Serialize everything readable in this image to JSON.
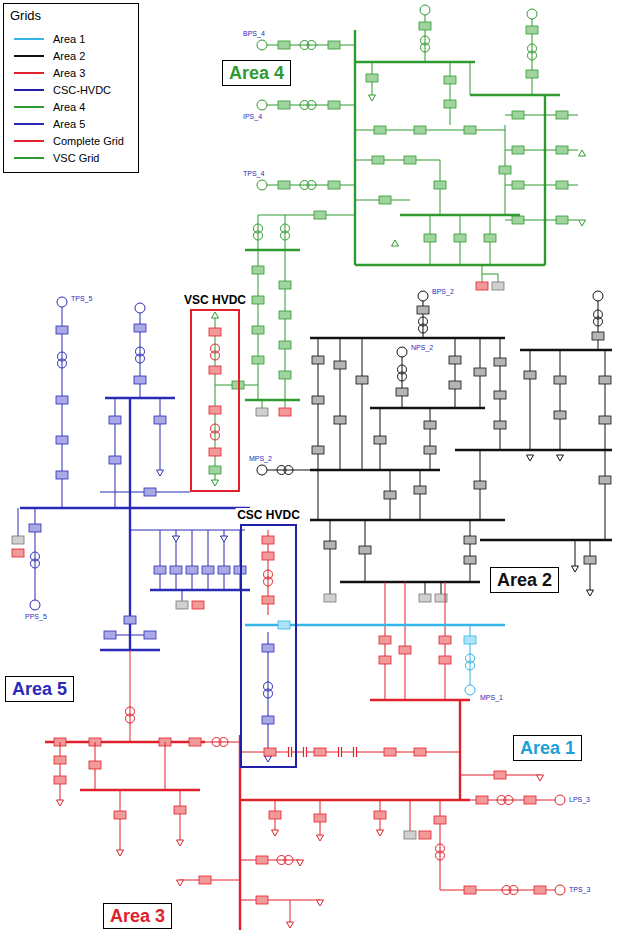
{
  "diagram": {
    "title": "Grids",
    "nodes": [
      {
        "text": [
          "Area 4"
        ]
      },
      {
        "text": [
          "VSC HVDC"
        ]
      },
      {
        "text": [
          "Area 2"
        ]
      },
      {
        "text": [
          "Area 5"
        ]
      },
      {
        "text": [
          "CSC HVDC"
        ]
      },
      {
        "text": [
          "Area 1"
        ]
      },
      {
        "text": [
          "Area 3"
        ]
      }
    ],
    "labels": [
      "BPS_4",
      "IPS_4",
      "TPS_4",
      "BPS_2",
      "NPS_2",
      "MPS_2",
      "TPS_5",
      "PPS_5",
      "MPS_1",
      "LPS_3",
      "TPS_3"
    ],
    "legend": [
      {
        "text": "Area 1",
        "color": "#33b5e5"
      },
      {
        "text": "Area 2",
        "color": "#111111"
      },
      {
        "text": "Area 3",
        "color": "#e0202a"
      },
      {
        "text": "CSC-HVDC",
        "color": "#1f1fa8"
      },
      {
        "text": "Area 4",
        "color": "#2f9a2f"
      },
      {
        "text": "Area 5",
        "color": "#2a2ab8"
      },
      {
        "text": "Complete Grid",
        "color": "#e0202a"
      },
      {
        "text": "VSC Grid",
        "color": "#2f9a2f"
      }
    ]
  }
}
